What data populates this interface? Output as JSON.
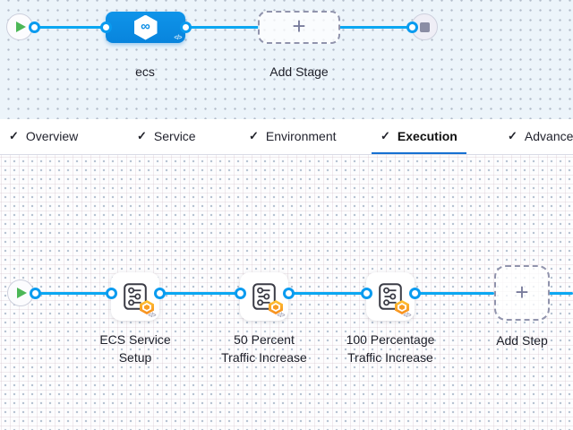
{
  "stage_panel": {
    "stage": {
      "label": "ecs"
    },
    "add_stage": {
      "label": "Add Stage"
    }
  },
  "tab_bar": {
    "tabs": [
      {
        "label": "Overview",
        "checked": true
      },
      {
        "label": "Service",
        "checked": true
      },
      {
        "label": "Environment",
        "checked": true
      },
      {
        "label": "Execution",
        "checked": true
      },
      {
        "label": "Advanced",
        "checked": true
      }
    ],
    "active_tab": "Execution"
  },
  "execution_panel": {
    "steps": [
      {
        "lines": [
          "ECS Service",
          "Setup"
        ]
      },
      {
        "lines": [
          "50 Percent",
          "Traffic Increase"
        ]
      },
      {
        "lines": [
          "100 Percentage",
          "Traffic Increase"
        ]
      }
    ],
    "add_step": {
      "label": "Add Step"
    }
  },
  "icons": {
    "check": "✓",
    "plus": "+",
    "code": "</>",
    "harness_logo": "∞"
  },
  "colors": {
    "edge_blue": "#0aa7f2",
    "stage_node_blue": "#0b8de5",
    "active_tab_underline": "#1671d2",
    "play_green": "#4cb757",
    "stop_gray": "#8b8da4",
    "badge_orange": "#f89d22",
    "canvas_top_bg": "#ecf4fa",
    "canvas_bottom_bg": "#fdfdfe"
  }
}
